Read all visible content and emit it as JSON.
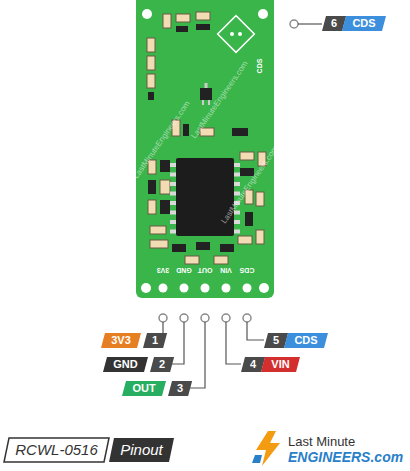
{
  "diagram": {
    "nodes": [
      {
        "text": [
          "6"
        ]
      },
      {
        "text": [
          "CDS"
        ]
      },
      {
        "text": [
          "3V3"
        ]
      },
      {
        "text": [
          "1"
        ]
      },
      {
        "text": [
          "5"
        ]
      },
      {
        "text": [
          "CDS"
        ]
      },
      {
        "text": [
          "GND"
        ]
      },
      {
        "text": [
          "2"
        ]
      },
      {
        "text": [
          "4"
        ]
      },
      {
        "text": [
          "VIN"
        ]
      },
      {
        "text": [
          "OUT"
        ]
      },
      {
        "text": [
          "3"
        ]
      },
      {
        "text": [
          "RCWL-0516"
        ]
      },
      {
        "text": [
          "Pinout"
        ]
      }
    ],
    "labels": [
      "3V3",
      "GND",
      "OUT",
      "VIN",
      "CDS",
      "CDS",
      "LastMinuteEngineers.com",
      "LastMinuteEngineers.com",
      "LastMinuteEngineers.com",
      "Last Minute",
      "ENGINEERS.com"
    ]
  }
}
